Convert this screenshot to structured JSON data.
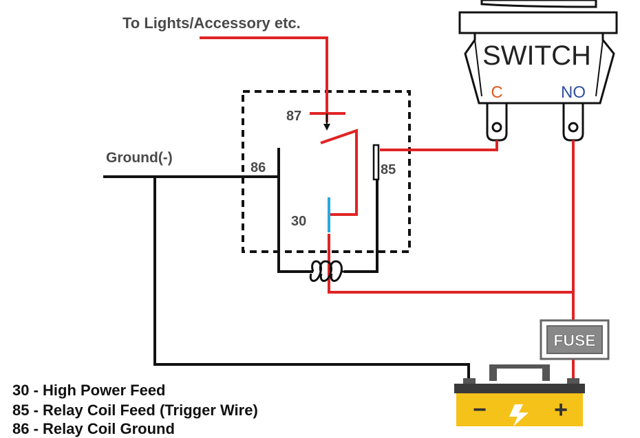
{
  "labels": {
    "lights": "To Lights/Accessory etc.",
    "ground": "Ground(-)",
    "pin87": "87",
    "pin86": "86",
    "pin85": "85",
    "pin30": "30"
  },
  "switch": {
    "title": "SWITCH",
    "terminal_c": "C",
    "terminal_no": "NO"
  },
  "fuse": {
    "label": "FUSE"
  },
  "battery": {
    "minus": "−",
    "plus": "+"
  },
  "legend": [
    "30 - High Power Feed",
    "85 - Relay Coil Feed (Trigger Wire)",
    "86 - Relay Coil Ground"
  ],
  "colors": {
    "wire_red": "#e02424",
    "wire_black": "#111111",
    "contact_blue": "#29a8e0",
    "terminal_c": "#e0561b",
    "terminal_no": "#2f4fa0",
    "battery_body": "#f5c21a",
    "fuse_body": "#666666"
  }
}
